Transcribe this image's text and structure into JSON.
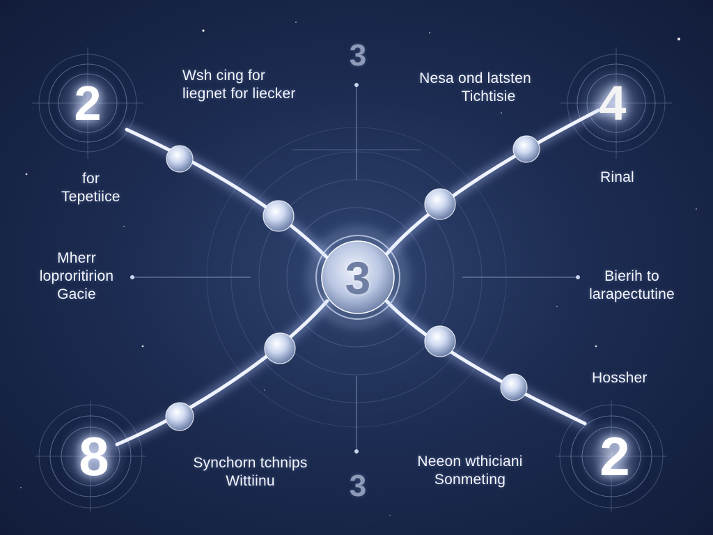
{
  "nodes": {
    "top_left": "2",
    "top_right": "4",
    "bottom_left": "8",
    "bottom_right": "2",
    "center": "3",
    "top_axis": "3",
    "bottom_axis": "3"
  },
  "labels": {
    "top_left_a": "Wsh cing for",
    "top_left_b": "liegnet for liecker",
    "top_right_a": "Nesa ond latsten",
    "top_right_b": "Tichtisie",
    "left_upper_a": "for",
    "left_upper_b": "Tepetiice",
    "right_upper": "Rinal",
    "left_mid_a": "Mherr",
    "left_mid_b": "loproritirion",
    "left_mid_c": "Gacie",
    "right_mid_a": "Bierih to",
    "right_mid_b": "larapectutine",
    "right_lower": "Hossher",
    "bottom_left_a": "Synchorn tchnips",
    "bottom_left_b": "Wittiinu",
    "bottom_right_a": "Neeon wthiciani",
    "bottom_right_b": "Sonmeting"
  },
  "colors": {
    "background": "#1d2c52",
    "line_glow": "#dfe8ff",
    "orb": "#e8eefc",
    "ring": "#8fa2cc"
  }
}
